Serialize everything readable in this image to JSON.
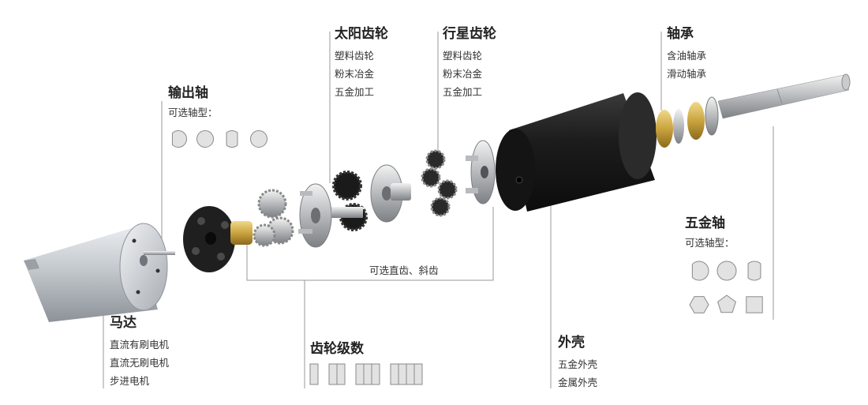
{
  "labels": {
    "motor": {
      "title": "马达",
      "items": [
        "直流有刷电机",
        "直流无刷电机",
        "步进电机"
      ]
    },
    "output_shaft": {
      "title": "输出轴",
      "subtitle": "可选轴型："
    },
    "sun_gear": {
      "title": "太阳齿轮",
      "items": [
        "塑料齿轮",
        "粉末冶金",
        "五金加工"
      ]
    },
    "planet_gear": {
      "title": "行星齿轮",
      "items": [
        "塑料齿轮",
        "粉末冶金",
        "五金加工"
      ]
    },
    "bearing": {
      "title": "轴承",
      "items": [
        "含油轴承",
        "滑动轴承"
      ]
    },
    "hardware_shaft": {
      "title": "五金轴",
      "subtitle": "可选轴型："
    },
    "gear_stages": {
      "title": "齿轮级数"
    },
    "housing": {
      "title": "外壳",
      "items": [
        "五金外壳",
        "金属外壳"
      ]
    }
  },
  "note": "可选直齿、斜齿",
  "colors": {
    "text": "#222222",
    "leader_line": "#9a9a9a",
    "icon_fill": "#e2e2e2",
    "icon_stroke": "#8a8a8a",
    "housing": "#1c1c1c",
    "motor": "#c8ccd0",
    "brass": "#c9a43e"
  },
  "shaft_icons_small": [
    "d-cut-icon",
    "round-icon",
    "double-flat-icon",
    "round-icon"
  ],
  "shaft_icons_large": [
    "d-cut-icon",
    "round-icon",
    "double-flat-icon",
    "hexagon-icon",
    "pentagon-icon",
    "square-icon"
  ],
  "stage_icons": [
    1,
    2,
    3,
    4
  ]
}
